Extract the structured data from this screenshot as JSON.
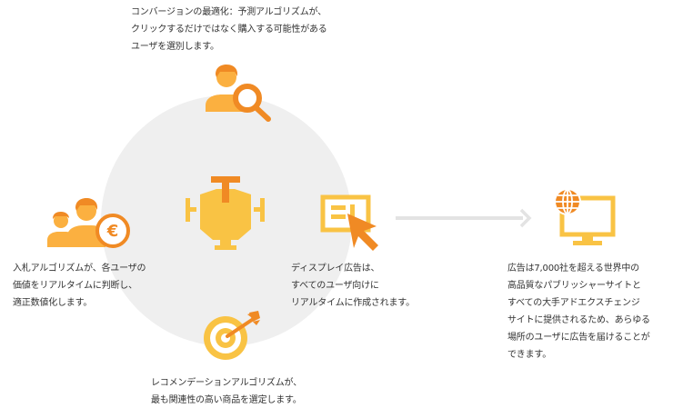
{
  "colors": {
    "orange_dark": "#F08A24",
    "orange_light": "#FBB040",
    "yellow": "#F9C344",
    "circle_bg": "#EFEFEF",
    "arrow_gray": "#E3E3E3",
    "text": "#333333"
  },
  "nodes": {
    "top": {
      "icon": "user-search-icon",
      "lines": [
        "コンバージョンの最適化：予測アルゴリズムが、",
        "クリックするだけではなく購入する可能性がある",
        "ユーザを選別します。"
      ]
    },
    "left": {
      "icon": "users-euro-icon",
      "lines": [
        "入札アルゴリズムが、各ユーザの",
        "価値をリアルタイムに判断し、",
        "適正数値化します。"
      ]
    },
    "center": {
      "icon": "engine-icon"
    },
    "right": {
      "icon": "display-cursor-icon",
      "lines": [
        "ディスプレイ広告は、",
        "すべてのユーザ向けに",
        "リアルタイムに作成されます。"
      ]
    },
    "bottom": {
      "icon": "target-icon",
      "lines": [
        "レコメンデーションアルゴリズムが、",
        "最も関連性の高い商品を選定します。"
      ]
    },
    "publisher": {
      "icon": "globe-monitor-icon",
      "lines": [
        "広告は7,000社を超える世界中の",
        "高品質なパブリッシャーサイトと",
        "すべての大手アドエクスチェンジ",
        "サイトに提供されるため、あらゆる",
        "場所のユーザに広告を届けることが",
        "できます。"
      ]
    }
  }
}
